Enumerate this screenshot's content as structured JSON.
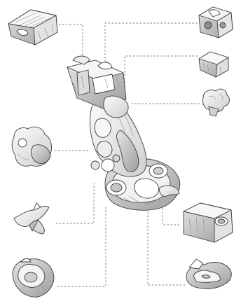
{
  "figure": {
    "type": "exploded-axonometric-illustration",
    "background": "#ffffff",
    "colors": {
      "ink": "#3d3d3d",
      "light_fill": "#f4f4f4",
      "mid_fill": "#d9d9d9",
      "shadow_fill": "#b7b7b7",
      "leader_line": "#777777"
    },
    "central_object": {
      "name": "assembled-sculptural-structure"
    },
    "fragments": [
      {
        "id": "top-left",
        "name": "ribbed-roof-fragment"
      },
      {
        "id": "top-right",
        "name": "perforated-block-fragment"
      },
      {
        "id": "right-upper",
        "name": "stepped-slab-fragment"
      },
      {
        "id": "right-middle",
        "name": "cloud-canopy-fragment"
      },
      {
        "id": "left-middle",
        "name": "bulbous-mass-fragment"
      },
      {
        "id": "left-lower",
        "name": "twisted-blade-fragment"
      },
      {
        "id": "bottom-left",
        "name": "nested-shell-fragment"
      },
      {
        "id": "right-lower",
        "name": "cubic-vessel-fragment"
      },
      {
        "id": "bottom-right",
        "name": "curled-basin-fragment"
      }
    ]
  }
}
